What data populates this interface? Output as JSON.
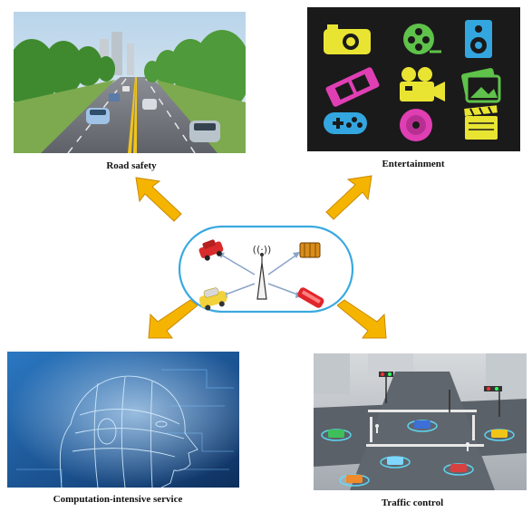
{
  "captions": {
    "road_safety": "Road safety",
    "entertainment": "Entertainment",
    "computation": "Computation-intensive service",
    "traffic_control": "Traffic control"
  },
  "center": {
    "antenna_symbol": "((·))"
  },
  "colors": {
    "arrow_fill": "#f5b400",
    "arrow_stroke": "#c98a00",
    "hub_border": "#3aa9e0",
    "link_color": "#8aa4c8",
    "entertainment_bg": "#1b1b1b",
    "computation_bg": "#1e4f86",
    "traffic_bg": "#9aa2aa"
  }
}
